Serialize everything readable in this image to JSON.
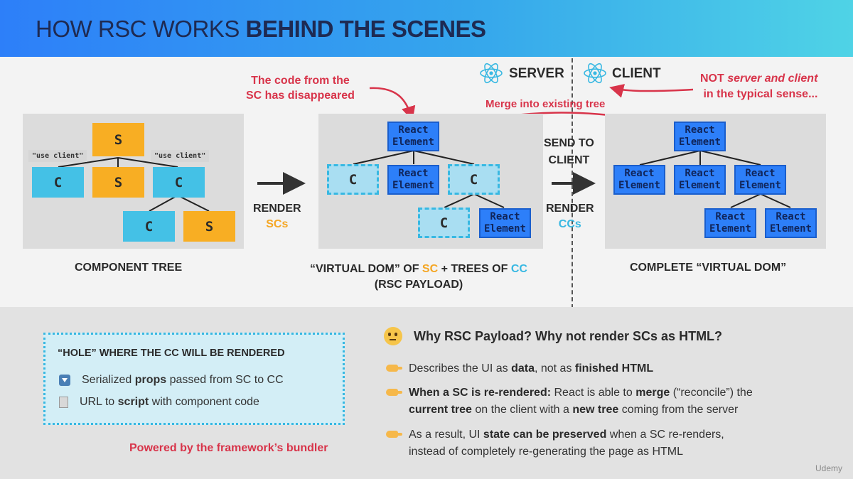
{
  "header": {
    "title_light": "HOW RSC WORKS ",
    "title_bold": "BEHIND THE SCENES"
  },
  "legend": {
    "server": "SERVER",
    "client": "CLIENT",
    "note_bold": "NOT",
    "note_line1": " server and client",
    "note_line2": "in the typical sense..."
  },
  "annotations": {
    "disappeared_line1": "The code from the",
    "disappeared_line2": "SC has disappeared",
    "merge": "Merge into existing tree"
  },
  "component_tree": {
    "caption": "COMPONENT TREE",
    "use_client_tag": "\"use client\"",
    "s_label": "S",
    "c_label": "C"
  },
  "step_render_scs": {
    "line1": "RENDER",
    "line2": "SCs"
  },
  "payload": {
    "caption_prefix": "“VIRTUAL DOM” OF ",
    "caption_sc": "SC",
    "caption_mid": " + TREES OF ",
    "caption_cc": "CC",
    "caption_line2": "(RSC PAYLOAD)",
    "react_element": "React\nElement",
    "c_label": "C"
  },
  "step_send": {
    "line1": "SEND TO",
    "line2": "CLIENT",
    "line3": "RENDER",
    "line4": "CCs"
  },
  "complete": {
    "caption": "COMPLETE “VIRTUAL DOM”",
    "react_element": "React\nElement"
  },
  "hole": {
    "title": "“HOLE” WHERE THE CC WILL BE RENDERED",
    "item1_pre": "Serialized ",
    "item1_bold": "props",
    "item1_post": " passed from SC to CC",
    "item2_pre": "URL to ",
    "item2_bold": "script",
    "item2_post": " with component code",
    "bundler_note": "Powered by the framework’s bundler"
  },
  "why": {
    "title": "Why RSC Payload? Why not render SCs as HTML?",
    "b1_pre": "Describes the UI as ",
    "b1_bold1": "data",
    "b1_mid": ", not as ",
    "b1_bold2": "finished HTML",
    "b2_bold1": "When a SC is re-rendered:",
    "b2_mid": " React is able to ",
    "b2_bold2": "merge",
    "b2_post": " (“reconcile”) the",
    "b2_l2_bold1": "current tree",
    "b2_l2_mid": " on the client with a ",
    "b2_l2_bold2": "new tree",
    "b2_l2_post": " coming from the server",
    "b3_pre": "As a result, UI ",
    "b3_bold": "state can be preserved",
    "b3_post": " when a SC re-renders,",
    "b3_l2": "instead of completely re-generating the page as HTML"
  },
  "watermark": "Udemy",
  "colors": {
    "server_component": "#f8ae23",
    "client_component": "#44c1e6",
    "react_element": "#2d7ff9",
    "annotation_red": "#d8344a"
  }
}
